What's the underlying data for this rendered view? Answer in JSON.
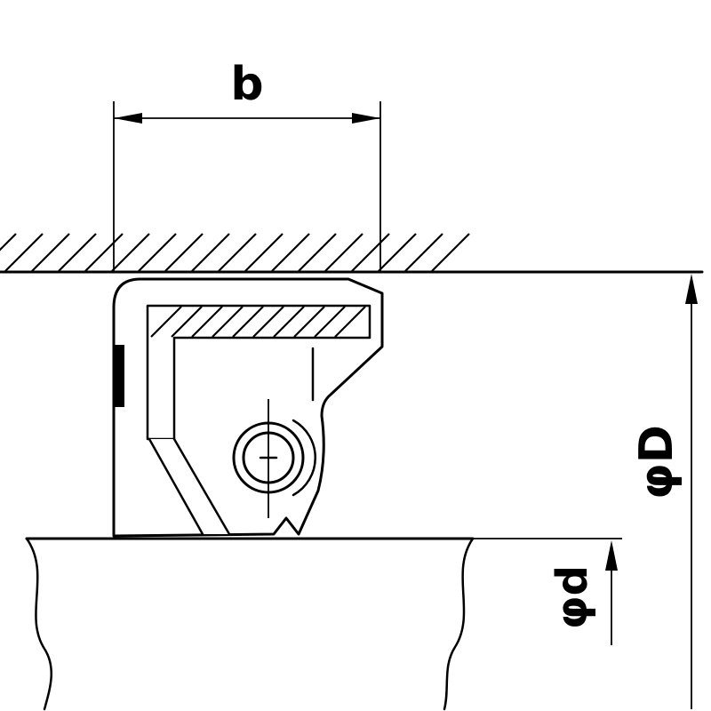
{
  "drawing": {
    "labels": {
      "width": "b",
      "outer_diameter": "φD",
      "shaft_diameter": "φd"
    },
    "colors": {
      "line": "#000000",
      "seal_fill": "#c9c9c9",
      "background": "#ffffff"
    }
  }
}
